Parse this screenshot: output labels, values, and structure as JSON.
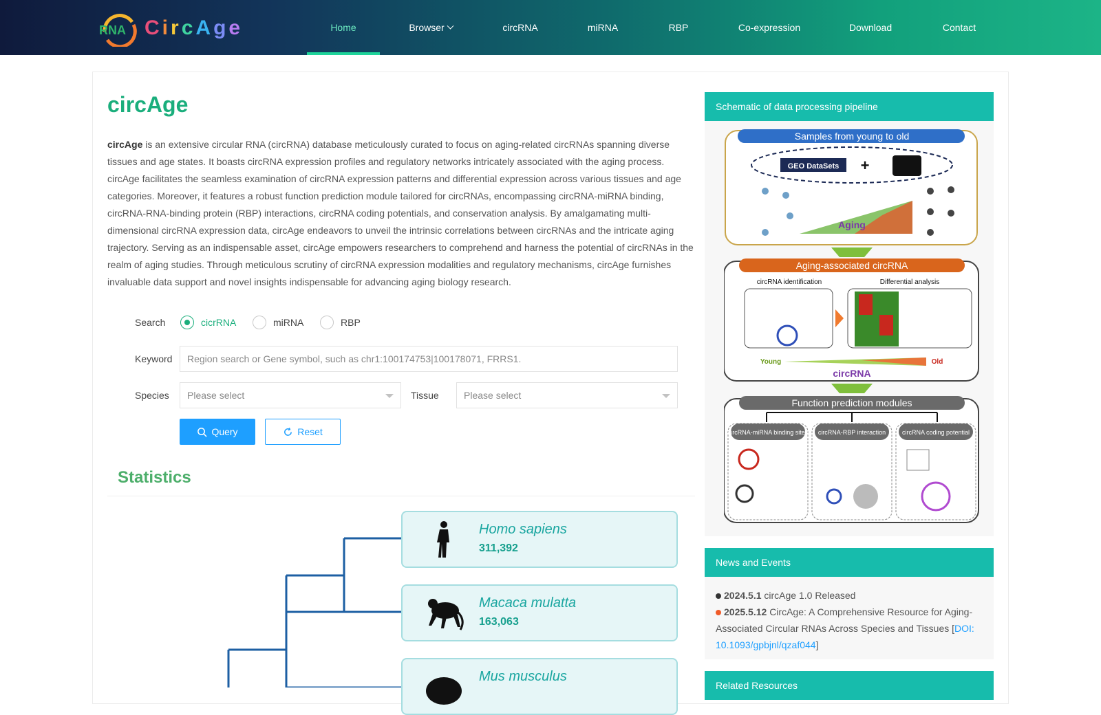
{
  "header": {
    "logo_mark": "RNA",
    "logo_letters": [
      "C",
      "i",
      "r",
      "c",
      "A",
      "g",
      "e"
    ],
    "nav": [
      {
        "label": "Home",
        "active": true
      },
      {
        "label": "Browser",
        "dropdown": true
      },
      {
        "label": "circRNA"
      },
      {
        "label": "miRNA"
      },
      {
        "label": "RBP"
      },
      {
        "label": "Co-expression"
      },
      {
        "label": "Download"
      },
      {
        "label": "Contact"
      }
    ]
  },
  "main": {
    "title": "circAge",
    "intro_bold": "circAge",
    "intro_rest": " is an extensive circular RNA (circRNA) database meticulously curated to focus on aging-related circRNAs spanning diverse tissues and age states. It boasts circRNA expression profiles and regulatory networks intricately associated with the aging process. circAge facilitates the seamless examination of circRNA expression patterns and differential expression across various tissues and age categories. Moreover, it features a robust function prediction module tailored for circRNAs, encompassing circRNA-miRNA binding, circRNA-RNA-binding protein (RBP) interactions, circRNA coding potentials, and conservation analysis. By amalgamating multi-dimensional circRNA expression data, circAge endeavors to unveil the intrinsic correlations between circRNAs and the intricate aging trajectory. Serving as an indispensable asset, circAge empowers researchers to comprehend and harness the potential of circRNAs in the realm of aging studies. Through meticulous scrutiny of circRNA expression modalities and regulatory mechanisms, circAge furnishes invaluable data support and novel insights indispensable for advancing aging biology research."
  },
  "search": {
    "label": "Search",
    "options": [
      "cicrRNA",
      "miRNA",
      "RBP"
    ],
    "selected": "cicrRNA",
    "keyword_label": "Keyword",
    "keyword_placeholder": "Region search or Gene symbol, such as chr1:100174753|100178071, FRRS1.",
    "species_label": "Species",
    "species_value": "Please select",
    "tissue_label": "Tissue",
    "tissue_value": "Please select",
    "query_label": "Query",
    "reset_label": "Reset"
  },
  "statistics": {
    "title": "Statistics",
    "species": [
      {
        "name": "Homo sapiens",
        "count": "311,392"
      },
      {
        "name": "Macaca mulatta",
        "count": "163,063"
      },
      {
        "name": "Mus musculus",
        "count": ""
      }
    ]
  },
  "sidebar": {
    "pipeline_title": "Schematic of data processing pipeline",
    "pipeline_labels": {
      "samples": "Samples from young to old",
      "geo": "GEO DataSets",
      "plus": "+",
      "aging": "Aging",
      "aging_assoc": "Aging-associated circRNA",
      "ident": "circRNA identification",
      "diff": "Differential analysis",
      "young": "Young",
      "old": "Old",
      "circrna": "circRNA",
      "modules": "Function prediction modules",
      "mod1": "circRNA-miRNA binding sites",
      "mod2": "circRNA-RBP interaction",
      "mod3": "circRNA coding potential"
    },
    "news_title": "News and Events",
    "news": [
      {
        "date": "2024.5.1",
        "text": "circAge 1.0 Released",
        "dot": "#333333"
      },
      {
        "date": "2025.5.12",
        "text": "CircAge: A Comprehensive Resource for Aging-Associated Circular RNAs Across Species and Tissues [",
        "link": "DOI: 10.1093/gpbjnl/qzaf044",
        "after": "]",
        "dot": "#f05a28"
      }
    ],
    "related_title": "Related Resources"
  },
  "colors": {
    "accent": "#1aae7c",
    "panel_head": "#17bcac",
    "button": "#1e9fff"
  }
}
